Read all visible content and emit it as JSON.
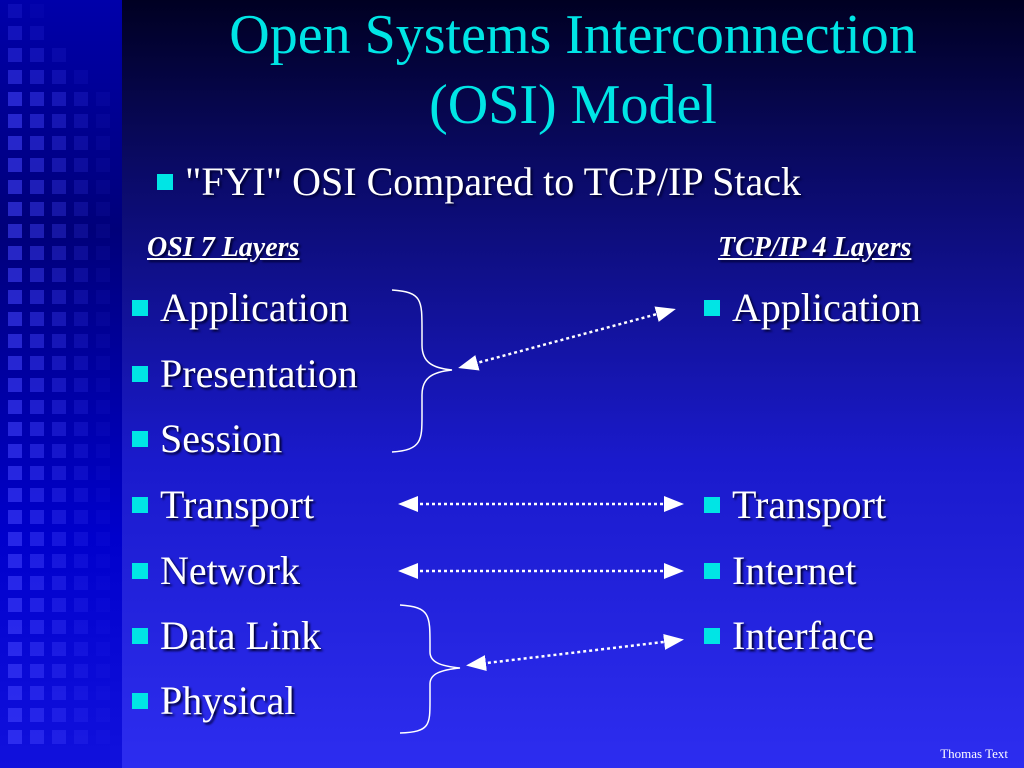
{
  "title_line1": "Open Systems Interconnection",
  "title_line2": "(OSI) Model",
  "subtitle": "\"FYI\" OSI Compared to TCP/IP Stack",
  "osi_heading": "OSI 7 Layers",
  "tcp_heading": "TCP/IP 4 Layers",
  "osi_layers": [
    "Application",
    "Presentation",
    "Session",
    "Transport",
    "Network",
    "Data Link",
    "Physical"
  ],
  "tcp_layers": [
    "Application",
    "Transport",
    "Internet",
    "Interface"
  ],
  "credit": "Thomas Text",
  "colors": {
    "title": "#00e5e5",
    "bullet": "#00e5e5",
    "text": "#ffffff",
    "background": "#2d2df0"
  }
}
